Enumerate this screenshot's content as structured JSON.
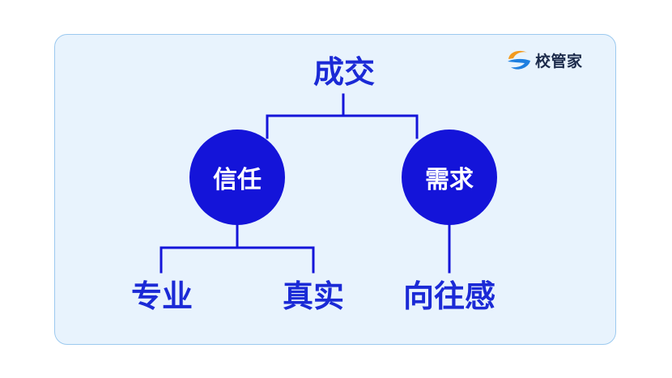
{
  "logo": {
    "text": "校管家",
    "icon": "brand-swoosh-icon",
    "colors": {
      "top": "#f39a1e",
      "bottom": "#1e7fe0"
    }
  },
  "diagram": {
    "root": "成交",
    "branches": [
      {
        "label": "信任",
        "children": [
          "专业",
          "真实"
        ]
      },
      {
        "label": "需求",
        "children": [
          "向往感"
        ]
      }
    ]
  },
  "colors": {
    "card_background": "#e8f3fd",
    "card_border": "#9cc9ef",
    "node_fill": "#1414d9",
    "text_accent": "#1b2ad6",
    "connector": "#1414d9"
  }
}
